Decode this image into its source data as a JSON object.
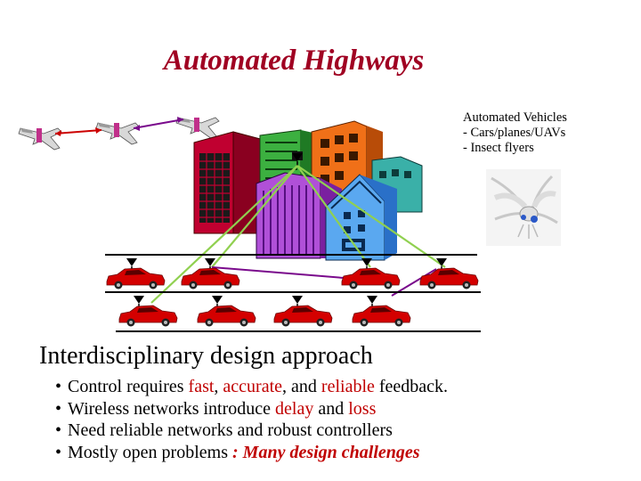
{
  "title": "Automated Highways",
  "note": {
    "line1": "Automated Vehicles",
    "line2": "- Cars/planes/UAVs",
    "line3": "- Insect flyers"
  },
  "heading": "Interdisciplinary design approach",
  "bullets": {
    "b1": {
      "t1": "Control requires ",
      "fast": "fast",
      "c1": ", ",
      "accurate": "accurate",
      "c2": ", and ",
      "reliable": "reliable",
      "t2": " feedback."
    },
    "b2": {
      "t1": "Wireless networks introduce ",
      "delay": "delay",
      "t2": " and ",
      "loss": "loss"
    },
    "b3": {
      "t1": "Need reliable networks and  robust controllers"
    },
    "b4": {
      "t1": "Mostly open problems ",
      "t2": ": Many design challenges"
    }
  },
  "colors": {
    "title": "#a00022",
    "highlight": "#c00000",
    "car": "#d40000",
    "link_green": "#90d050",
    "link_purple": "#7a0a8c"
  },
  "icons": [
    "plane-icon",
    "building-icon",
    "antenna-icon",
    "car-icon",
    "insect-flyer-image"
  ]
}
